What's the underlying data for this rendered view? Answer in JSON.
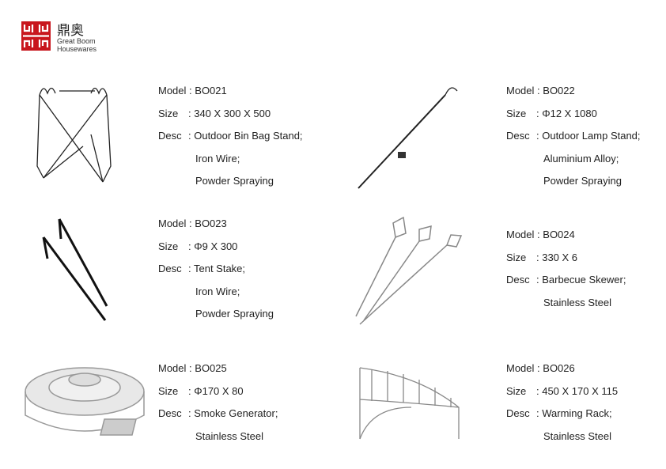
{
  "brand": {
    "name_cn": "鼎奥",
    "name_en_line1": "Great Boom",
    "name_en_line2": "Housewares",
    "accent": "#c8161d"
  },
  "labels": {
    "model": "Model",
    "size": "Size",
    "desc": "Desc"
  },
  "products": [
    {
      "model": ": BO021",
      "size": ": 340 X 300 X 500",
      "desc": [
        ": Outdoor Bin Bag Stand;",
        "Iron Wire;",
        "Powder Spraying"
      ]
    },
    {
      "model": ": BO022",
      "size": ": Φ12 X 1080",
      "desc": [
        ": Outdoor Lamp Stand;",
        "Aluminium Alloy;",
        "Powder Spraying"
      ]
    },
    {
      "model": ": BO023",
      "size": ": Φ9 X 300",
      "desc": [
        ": Tent Stake;",
        "Iron Wire;",
        "Powder Spraying"
      ]
    },
    {
      "model": ": BO024",
      "size": ": 330 X 6",
      "desc": [
        ": Barbecue Skewer;",
        "Stainless Steel"
      ]
    },
    {
      "model": ": BO025",
      "size": ": Φ170 X 80",
      "desc": [
        ": Smoke Generator;",
        "Stainless Steel"
      ]
    },
    {
      "model": ": BO026",
      "size": ": 450 X 170 X 115",
      "desc": [
        ": Warming Rack;",
        "Stainless Steel"
      ]
    }
  ]
}
